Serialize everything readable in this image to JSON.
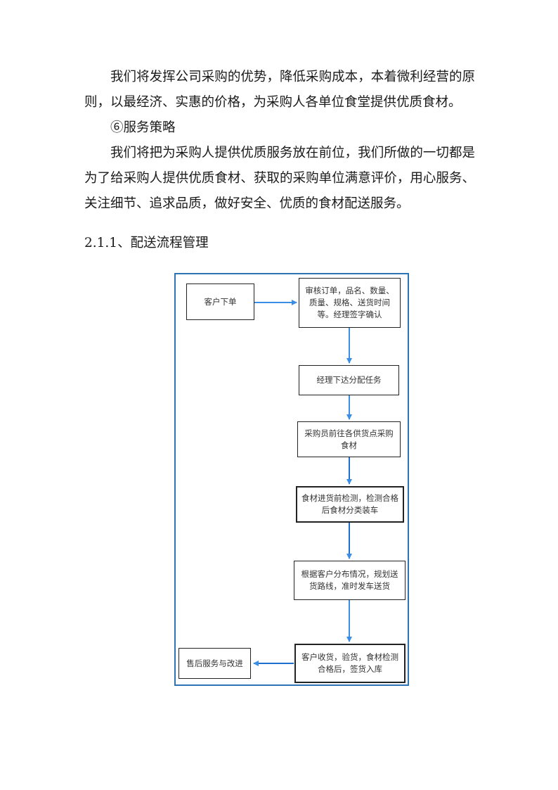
{
  "paragraphs": {
    "p1": "我们将发挥公司采购的优势，降低采购成本，本着微利经营的原则，以最经济、实惠的价格，为采购人各单位食堂提供优质食材。",
    "heading6": "⑥服务策略",
    "p2": "我们将把为采购人提供优质服务放在前位，我们所做的一切都是为了给采购人提供优质食材、获取的采购单位满意评价，用心服务、关注细节、追求品质，做好安全、优质的食材配送服务。"
  },
  "section_title": "2.1.1、配送流程管理",
  "flowchart": {
    "nodes": {
      "customer_order": "客户下单",
      "review_order": "审核订单，品名、数量、质量、规格、送货时间等。经理签字确认",
      "assign_task": "经理下达分配任务",
      "purchase": "采购员前往各供货点采购食材",
      "inspect": "食材进货前检测，检测合格后食材分类装车",
      "route_plan": "根据客户分布情况，规划送货路线，准时发车送货",
      "receive": "客户收货，验货，食材检测合格后，签货入库",
      "after_sales": "售后服务与改进"
    },
    "colors": {
      "frame": "#2e74b5",
      "arrow": "#3a8ee6"
    }
  }
}
